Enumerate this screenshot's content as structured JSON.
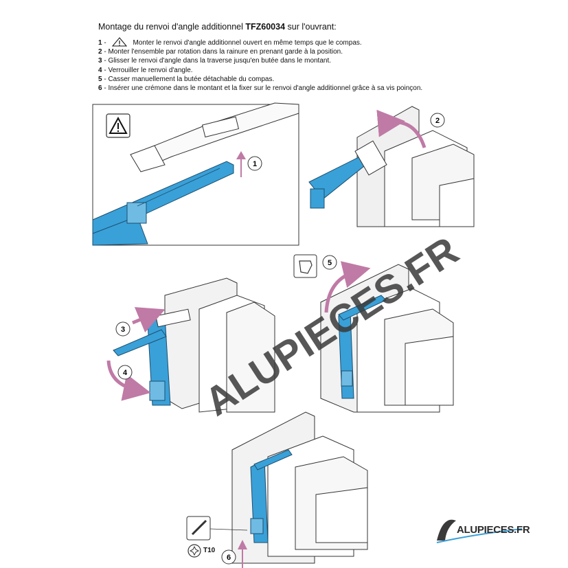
{
  "header": {
    "title_before": "Montage du renvoi d'angle additionnel ",
    "title_ref": "TFZ60034",
    "title_after": " sur l'ouvrant:"
  },
  "steps": [
    {
      "num": "1",
      "sep": " - ",
      "text": "Monter le renvoi d'angle additionnel ouvert en même temps que le compas.",
      "icon": "warning-icon"
    },
    {
      "num": "2",
      "sep": " - ",
      "text": "Monter l'ensemble par rotation dans la rainure en prenant garde à la position."
    },
    {
      "num": "3",
      "sep": " - ",
      "text": "Glisser le renvoi d'angle dans la traverse jusqu'en butée dans le montant."
    },
    {
      "num": "4",
      "sep": " - ",
      "text": "Verrouiller le renvoi d'angle."
    },
    {
      "num": "5",
      "sep": " - ",
      "text": "Casser manuellement la butée détachable du compas."
    },
    {
      "num": "6",
      "sep": " - ",
      "text": "Insérer une crémone dans le montant et la fixer sur le renvoi d'angle additionnel grâce à sa vis poinçon."
    }
  ],
  "callouts": [
    "1",
    "2",
    "3",
    "4",
    "5",
    "6"
  ],
  "tool_label": "T10",
  "watermark": "ALUPIECES.FR",
  "brand": "ALUPIECES.FR",
  "colors": {
    "part_blue": "#3aa0d8",
    "arrow_pink": "#c07aa6",
    "frame_grey": "#e8e8e8",
    "line": "#333333"
  }
}
